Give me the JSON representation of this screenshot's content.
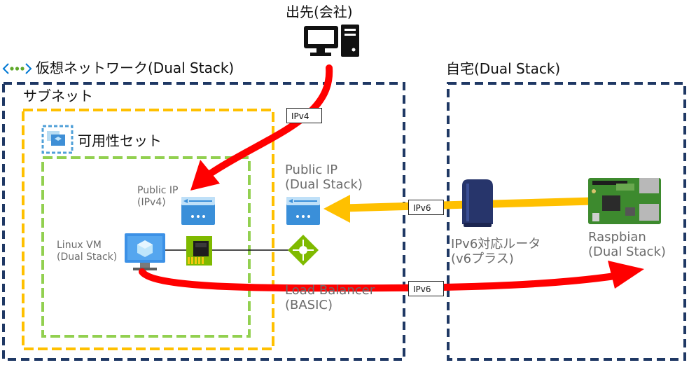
{
  "office": {
    "label": "出先(会社)",
    "icon": "desktop-computer-icon"
  },
  "vnet": {
    "label": "仮想ネットワーク(Dual Stack)",
    "icon": "virtual-network-icon",
    "border_color": "#1f3864"
  },
  "subnet": {
    "label": "サブネット",
    "border_color": "#ffc000"
  },
  "availability_set": {
    "label": "可用性セット",
    "icon": "availability-set-icon",
    "border_color": "#92d050"
  },
  "public_ip_v4": {
    "line1": "Public IP",
    "line2": "(IPv4)",
    "icon": "public-ip-icon"
  },
  "public_ip_ds": {
    "line1": "Public IP",
    "line2": "(Dual Stack)",
    "icon": "public-ip-icon"
  },
  "linux_vm": {
    "line1": "Linux VM",
    "line2": "(Dual Stack)",
    "icon": "virtual-machine-icon"
  },
  "nic": {
    "icon": "network-interface-icon"
  },
  "load_balancer": {
    "line1": "Load Balancer",
    "line2": "(BASIC)",
    "icon": "load-balancer-icon"
  },
  "home": {
    "label": "自宅(Dual Stack)"
  },
  "router": {
    "line1": "IPv6対応ルータ",
    "line2": "(v6プラス)",
    "icon": "router-icon"
  },
  "raspberry": {
    "line1": "Raspbian",
    "line2": "(Dual Stack)",
    "icon": "raspberry-pi-icon"
  },
  "tags": {
    "ipv4": "IPv4",
    "ipv6_inbound": "IPv6",
    "ipv6_outbound": "IPv6"
  },
  "colors": {
    "red_arrow": "#ff0000",
    "yellow_arrow": "#ffc000",
    "azure_blue": "#0078d4"
  }
}
